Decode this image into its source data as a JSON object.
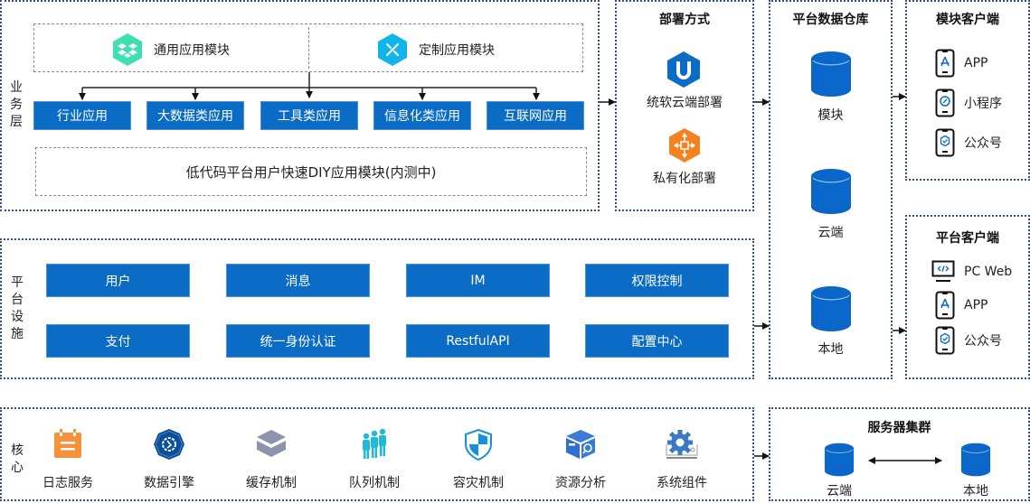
{
  "colors": {
    "primary_blue": "#0b6cc6",
    "border_dotted": "#2f4f8f",
    "dash_gray": "#8a8a8a",
    "teal_icon": "#3ee0b0",
    "cyan_icon": "#12b5ea",
    "orange_icon": "#f58220",
    "db_blue": "#0a66c8"
  },
  "business_layer": {
    "label": "业务层",
    "modules": [
      {
        "icon": "dropbox-hex-icon",
        "label": "通用应用模块"
      },
      {
        "icon": "pencil-hex-icon",
        "label": "定制应用模块"
      }
    ],
    "apps": [
      "行业应用",
      "大数据类应用",
      "工具类应用",
      "信息化类应用",
      "互联网应用"
    ],
    "diy_module": "低代码平台用户快速DIY应用模块(内测中)"
  },
  "platform_layer": {
    "label": "平台设施",
    "items": [
      "用户",
      "消息",
      "IM",
      "权限控制",
      "支付",
      "统一身份认证",
      "RestfulAPI",
      "配置中心"
    ]
  },
  "core_layer": {
    "label": "核心",
    "items": [
      {
        "icon": "calendar-icon",
        "label": "日志服务"
      },
      {
        "icon": "engine-gear-icon",
        "label": "数据引擎"
      },
      {
        "icon": "cache-layers-icon",
        "label": "缓存机制"
      },
      {
        "icon": "people-queue-icon",
        "label": "队列机制"
      },
      {
        "icon": "shield-icon",
        "label": "容灾机制"
      },
      {
        "icon": "box-search-icon",
        "label": "资源分析"
      },
      {
        "icon": "system-gear-icon",
        "label": "系统组件"
      }
    ]
  },
  "deployment": {
    "title": "部署方式",
    "items": [
      {
        "icon": "tongruan-cloud-hex-icon",
        "label": "统软云端部署"
      },
      {
        "icon": "private-deploy-hex-icon",
        "label": "私有化部署"
      }
    ]
  },
  "data_warehouse": {
    "title": "平台数据仓库",
    "items": [
      "模块",
      "云端",
      "本地"
    ]
  },
  "module_clients": {
    "title": "模块客户端",
    "items": [
      {
        "icon": "phone-app-icon",
        "label": "APP"
      },
      {
        "icon": "phone-miniprogram-icon",
        "label": "小程序"
      },
      {
        "icon": "phone-official-account-icon",
        "label": "公众号"
      }
    ]
  },
  "platform_clients": {
    "title": "平台客户端",
    "items": [
      {
        "icon": "monitor-code-icon",
        "label": "PC Web"
      },
      {
        "icon": "phone-app-icon",
        "label": "APP"
      },
      {
        "icon": "phone-official-account-icon",
        "label": "公众号"
      }
    ]
  },
  "server_cluster": {
    "title": "服务器集群",
    "items": [
      "云端",
      "本地"
    ]
  }
}
